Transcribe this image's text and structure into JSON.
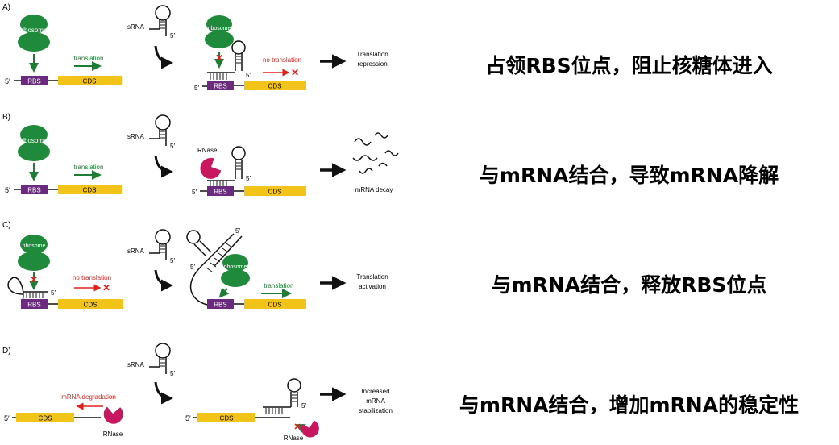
{
  "colors": {
    "ribosome": "#1f8a3b",
    "rbs": "#6a2a7e",
    "cds": "#f2c318",
    "arrow_green": "#1e7d34",
    "arrow_red": "#e0201b",
    "rnase": "#c8175e"
  },
  "panels": [
    {
      "letter": "A)",
      "ribosome": "ribosome",
      "rbs": "RBS",
      "cds": "CDS",
      "translation": "translation",
      "five_prime": "5′",
      "srna": "sRNA",
      "srna_five": "5′",
      "result_ribosome": "ribosome",
      "result_label": "no translation",
      "result_rbs": "RBS",
      "result_cds": "CDS",
      "result_five_a": "5′",
      "result_five_b": "5′",
      "outcome_line1": "Translation",
      "outcome_line2": "repression",
      "caption": "占领RBS位点，阻止核糖体进入"
    },
    {
      "letter": "B)",
      "ribosome": "ribosome",
      "rbs": "RBS",
      "cds": "CDS",
      "translation": "translation",
      "five_prime": "5′",
      "srna": "sRNA",
      "srna_five": "5′",
      "rnase": "RNase",
      "result_rbs": "RBS",
      "result_cds": "CDS",
      "result_five_a": "5′",
      "result_five_b": "5′",
      "outcome_line1": "mRNA decay",
      "caption": "与mRNA结合，导致mRNA降解"
    },
    {
      "letter": "C)",
      "ribosome": "ribosome",
      "rbs": "RBS",
      "cds": "CDS",
      "no_translation": "no translation",
      "five_prime": "5′",
      "srna": "sRNA",
      "srna_five": "5′",
      "result_ribosome": "ribosome",
      "result_rbs": "RBS",
      "result_cds": "CDS",
      "translation": "translation",
      "result_five_a": "5′",
      "result_five_b": "5′",
      "outcome_line1": "Translation",
      "outcome_line2": "activation",
      "caption": "与mRNA结合，释放RBS位点"
    },
    {
      "letter": "D)",
      "cds": "CDS",
      "five_prime": "5′",
      "degradation": "mRNA degradation",
      "rnase": "RNase",
      "srna": "sRNA",
      "srna_five": "5′",
      "result_cds": "CDS",
      "result_five_a": "5′",
      "result_five_b": "5′",
      "result_rnase": "RNase",
      "outcome_line1": "Increased",
      "outcome_line2": "mRNA",
      "outcome_line3": "stabilization",
      "caption": "与mRNA结合，增加mRNA的稳定性"
    }
  ]
}
